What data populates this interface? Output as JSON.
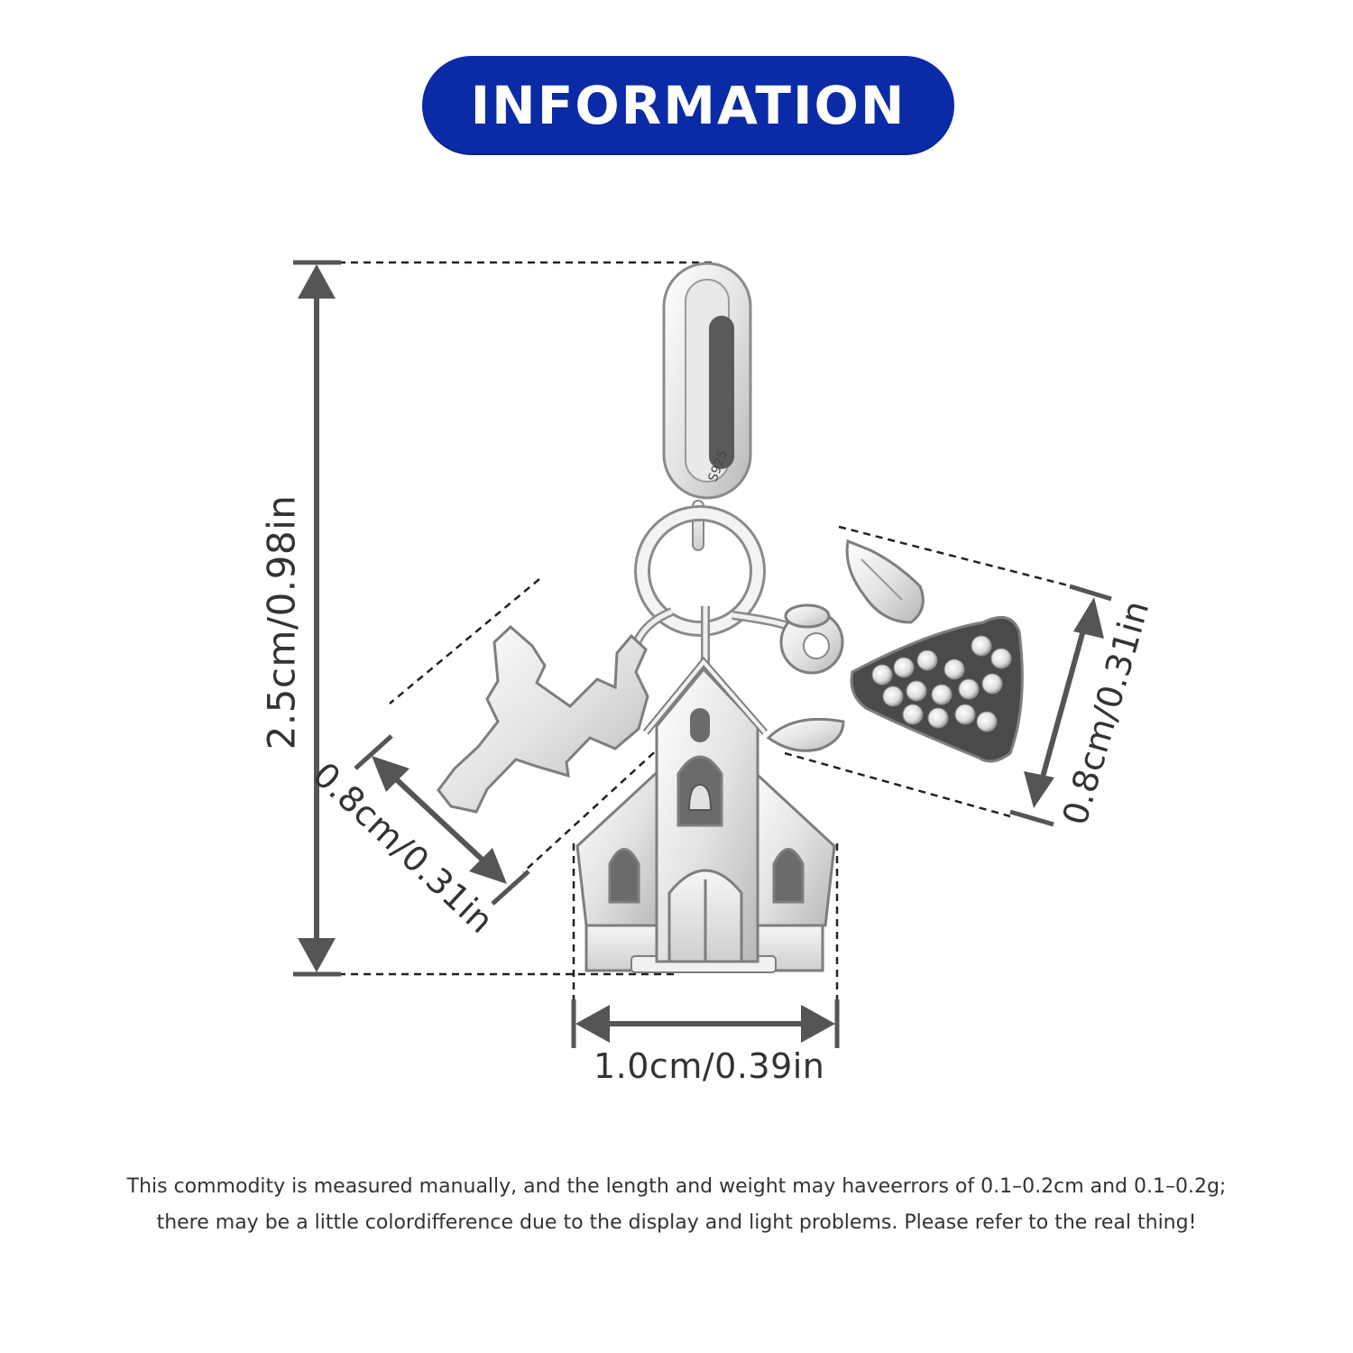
{
  "header": {
    "title": "INFORMATION"
  },
  "dimensions": {
    "height": "2.5cm/0.98in",
    "width": "1.0cm/0.39in",
    "cross": "0.8cm/0.31in",
    "angel": "0.8cm/0.31in"
  },
  "charm": {
    "stamp": "S925"
  },
  "footer": {
    "line1": "This commodity is measured manually, and the length and weight may haveerrors of 0.1–0.2cm and 0.1–0.2g;",
    "line2": "there may be a little colordifference due to the display and light problems. Please refer to the real thing!"
  },
  "colors": {
    "accent": "#0a2aa6",
    "arrow": "#555555"
  }
}
